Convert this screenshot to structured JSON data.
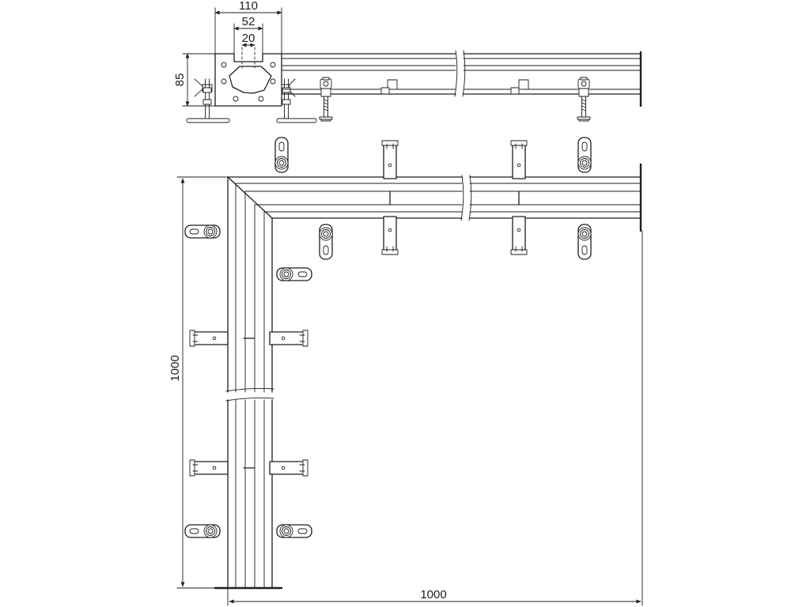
{
  "dimensions": {
    "profile_width": "110",
    "profile_inner": "52",
    "profile_core": "20",
    "profile_height": "85",
    "side_length_vertical": "1000",
    "side_length_horizontal": "1000"
  },
  "colors": {
    "line": "#1e1e1e",
    "background": "#ffffff"
  }
}
